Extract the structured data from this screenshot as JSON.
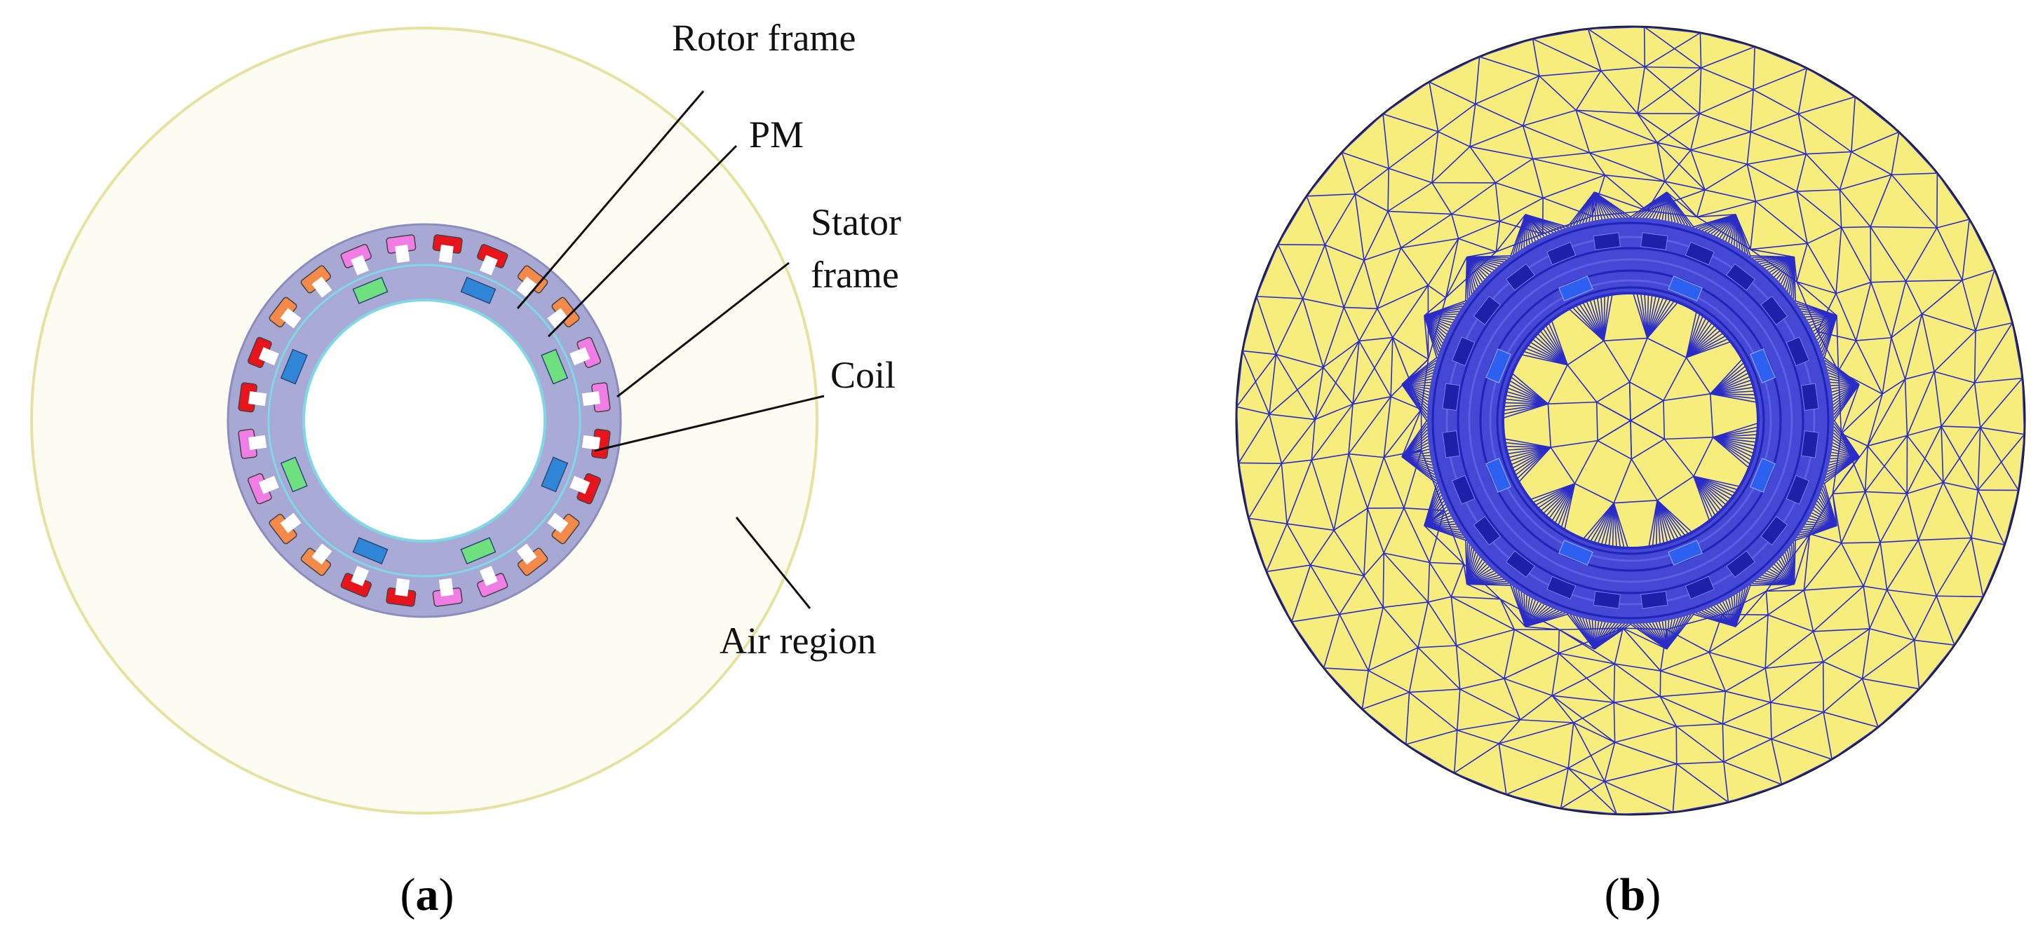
{
  "panel_a": {
    "caption_letter": "a",
    "labels": {
      "rotor_frame": "Rotor frame",
      "pm": "PM",
      "stator_frame_line1": "Stator",
      "stator_frame_line2": "frame",
      "coil": "Coil",
      "air_region": "Air region"
    },
    "colors": {
      "air_fill": "#fdfcf2",
      "air_outline": "#e7e2a0",
      "frame_fill": "#a7a8d4",
      "bore_fill": "#ffffff",
      "bore_outline": "#7fd8e6",
      "coil_colors": [
        "#e8141c",
        "#f38a4a",
        "#f07ce6"
      ],
      "pm_colors": [
        "#2f86d9",
        "#6ee07e"
      ]
    },
    "coil_count": 24,
    "pm_count": 8
  },
  "panel_b": {
    "caption_letter": "b",
    "colors": {
      "mesh_fill": "#f6ed7d",
      "mesh_lines": "#2a2cc8",
      "dense_ring": "#3a3fd9"
    }
  },
  "caption_open": "(",
  "caption_close": ")"
}
